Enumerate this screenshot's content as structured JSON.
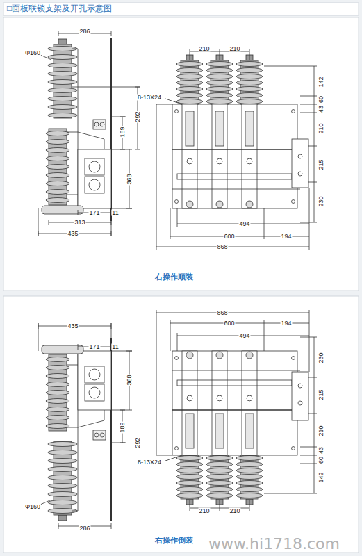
{
  "diagram": {
    "title": "□面板联锁支架及开孔示意图",
    "labels": [
      "286",
      "Φ160",
      "189",
      "292",
      "368",
      "171",
      "11",
      "313",
      "435",
      "210",
      "210",
      "8-13X24",
      "142",
      "60",
      "43",
      "210",
      "215",
      "230",
      "494",
      "600",
      "194",
      "868",
      "右操作顺装",
      "435",
      "171",
      "11",
      "868",
      "600",
      "194",
      "494",
      "230",
      "215",
      "210",
      "368",
      "189",
      "292",
      "8-13X24",
      "43",
      "60",
      "142",
      "Φ160",
      "210",
      "210",
      "286",
      "右操作倒装",
      "www.hi1718.com"
    ]
  }
}
